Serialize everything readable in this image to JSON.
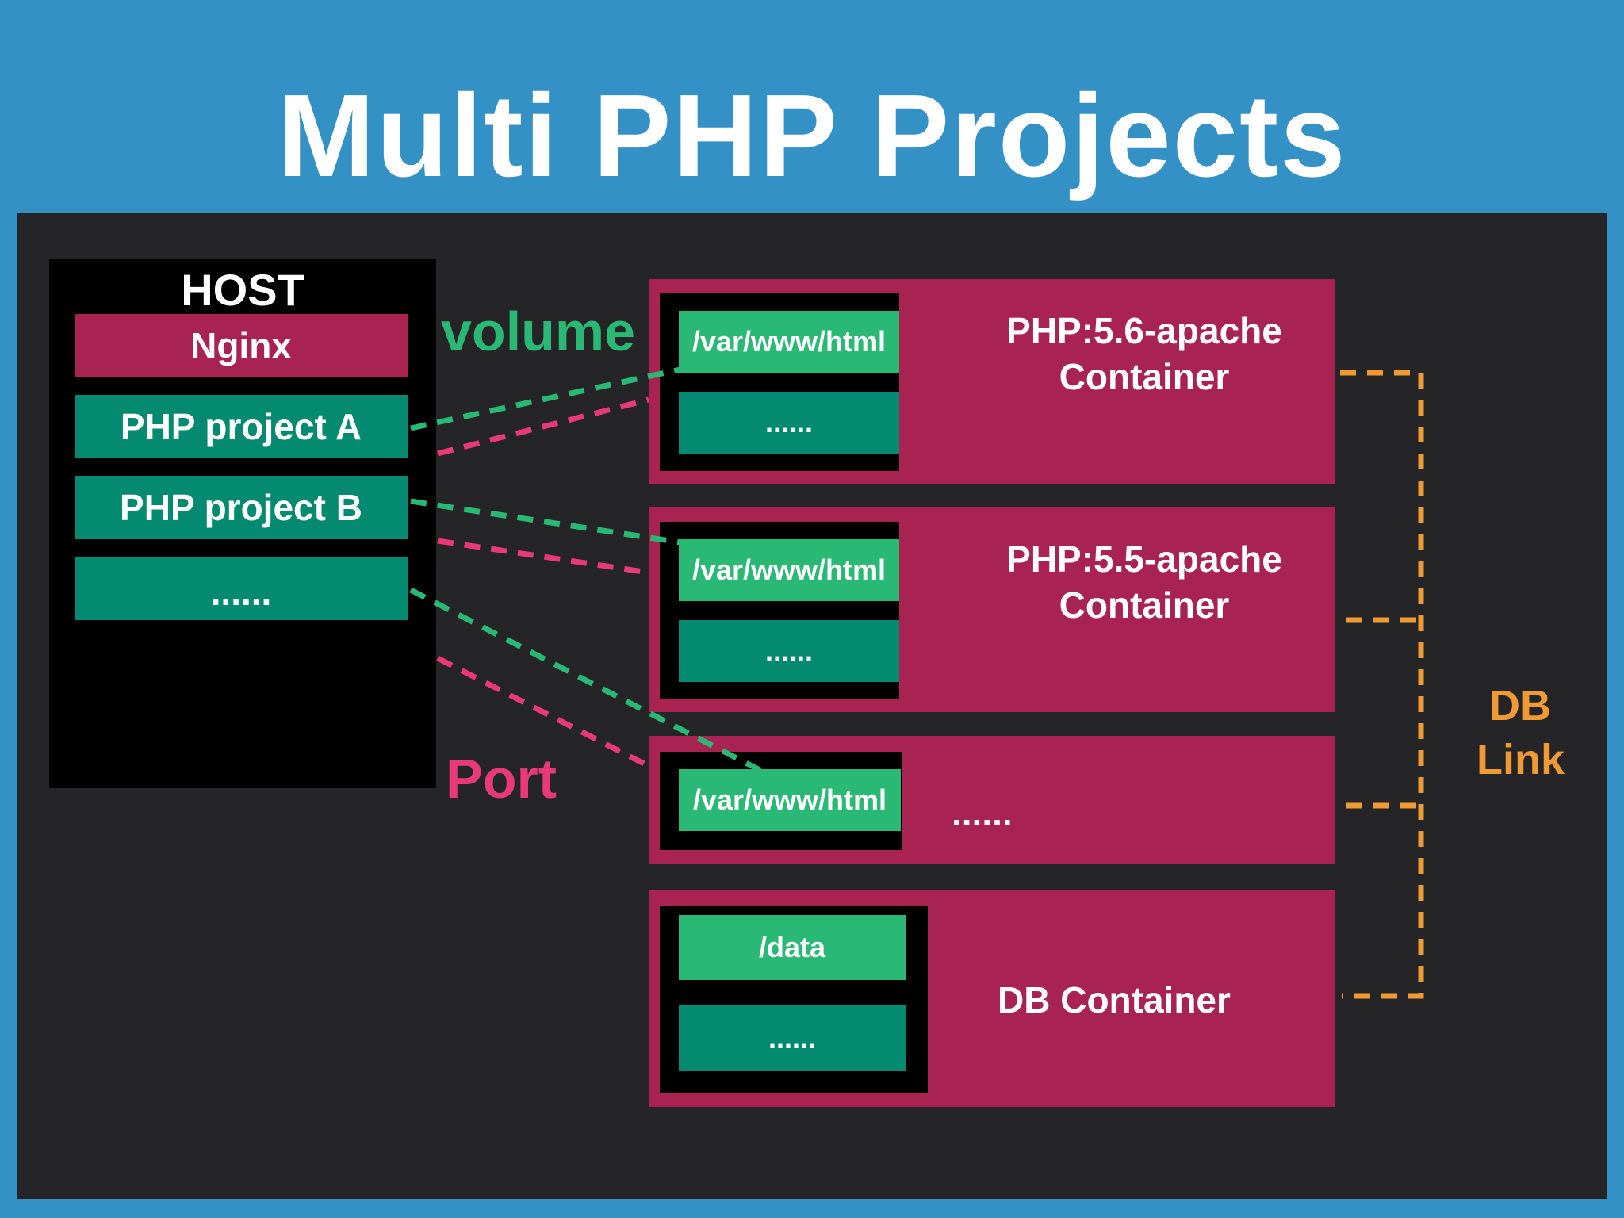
{
  "title": "Multi PHP Projects",
  "host": {
    "label": "HOST",
    "items": [
      "Nginx",
      "PHP project A",
      "PHP project B",
      "......"
    ]
  },
  "labels": {
    "volume": "volume",
    "port": "Port",
    "db_link": [
      "DB",
      "Link"
    ]
  },
  "containers": [
    {
      "name_line1": "PHP:5.6-apache",
      "name_line2": "Container",
      "mount": "/var/www/html",
      "extra": "......"
    },
    {
      "name_line1": "PHP:5.5-apache",
      "name_line2": "Container",
      "mount": "/var/www/html",
      "extra": "......"
    },
    {
      "name_line1": "......",
      "mount": "/var/www/html"
    },
    {
      "name_line1": "DB Container",
      "mount": "/data",
      "extra": "......"
    }
  ],
  "colors": {
    "background": "#3391c6",
    "board": "#252426",
    "crimson": "#a82351",
    "teal": "#058a72",
    "green": "#2ab974",
    "volume_line": "#2ab974",
    "port_line": "#e8397a",
    "db_link_line": "#ef9a35"
  }
}
